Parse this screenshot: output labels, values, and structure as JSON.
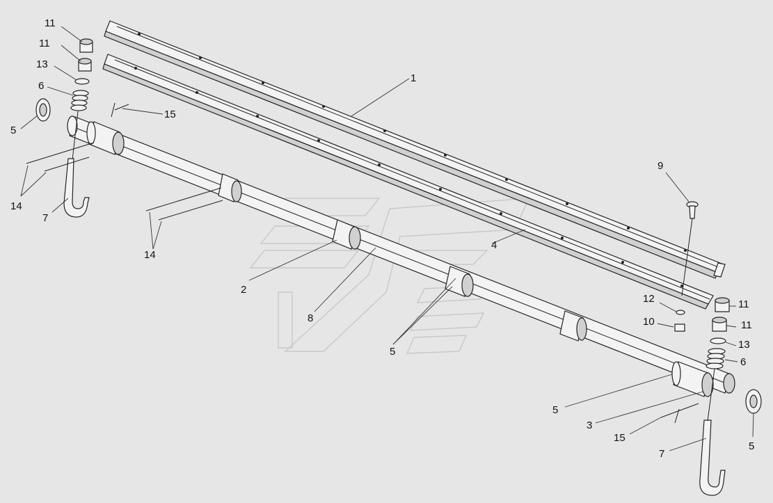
{
  "callouts": [
    {
      "id": "c11a",
      "text": "11"
    },
    {
      "id": "c11b",
      "text": "11"
    },
    {
      "id": "c13a",
      "text": "13"
    },
    {
      "id": "c6a",
      "text": "6"
    },
    {
      "id": "c5a",
      "text": "5"
    },
    {
      "id": "c15a",
      "text": "15"
    },
    {
      "id": "c14a",
      "text": "14"
    },
    {
      "id": "c7a",
      "text": "7"
    },
    {
      "id": "c14b",
      "text": "14"
    },
    {
      "id": "c1",
      "text": "1"
    },
    {
      "id": "c2",
      "text": "2"
    },
    {
      "id": "c8",
      "text": "8"
    },
    {
      "id": "c5b",
      "text": "5"
    },
    {
      "id": "c4",
      "text": "4"
    },
    {
      "id": "c9",
      "text": "9"
    },
    {
      "id": "c12",
      "text": "12"
    },
    {
      "id": "c10",
      "text": "10"
    },
    {
      "id": "c11c",
      "text": "11"
    },
    {
      "id": "c11d",
      "text": "11"
    },
    {
      "id": "c13b",
      "text": "13"
    },
    {
      "id": "c6b",
      "text": "6"
    },
    {
      "id": "c5c",
      "text": "5"
    },
    {
      "id": "c3",
      "text": "3"
    },
    {
      "id": "c15b",
      "text": "15"
    },
    {
      "id": "c5d",
      "text": "5"
    },
    {
      "id": "c7b",
      "text": "7"
    }
  ]
}
